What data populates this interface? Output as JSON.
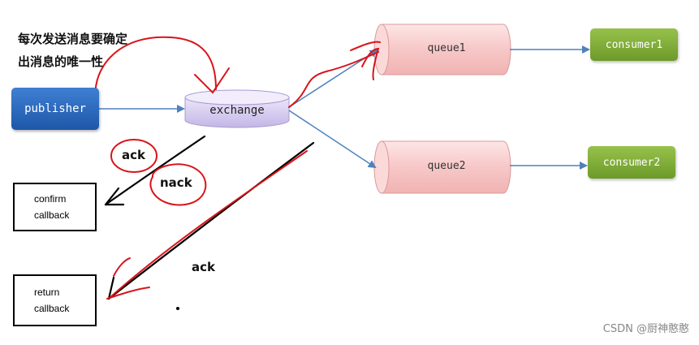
{
  "note": {
    "line1": "每次发送消息要确定",
    "line2": "出消息的唯一性"
  },
  "nodes": {
    "publisher": "publisher",
    "exchange": "exchange",
    "queue1": "queue1",
    "queue2": "queue2",
    "consumer1": "consumer1",
    "consumer2": "consumer2"
  },
  "callbacks": {
    "confirm": {
      "line1": "confirm",
      "line2": "callback"
    },
    "return": {
      "line1": "return",
      "line2": "callback"
    }
  },
  "annotations": {
    "ack_top": "ack",
    "nack": "nack",
    "ack_bottom": "ack"
  },
  "watermark": "CSDN @厨神憨憨",
  "colors": {
    "publisher": "#2a67b8",
    "exchange": "#d9cff0",
    "queue": "#f6c9c9",
    "consumer": "#86b23c",
    "arrow_flow": "#4f81bd",
    "annotation_red": "#d8141b",
    "arrow_black": "#000000"
  }
}
